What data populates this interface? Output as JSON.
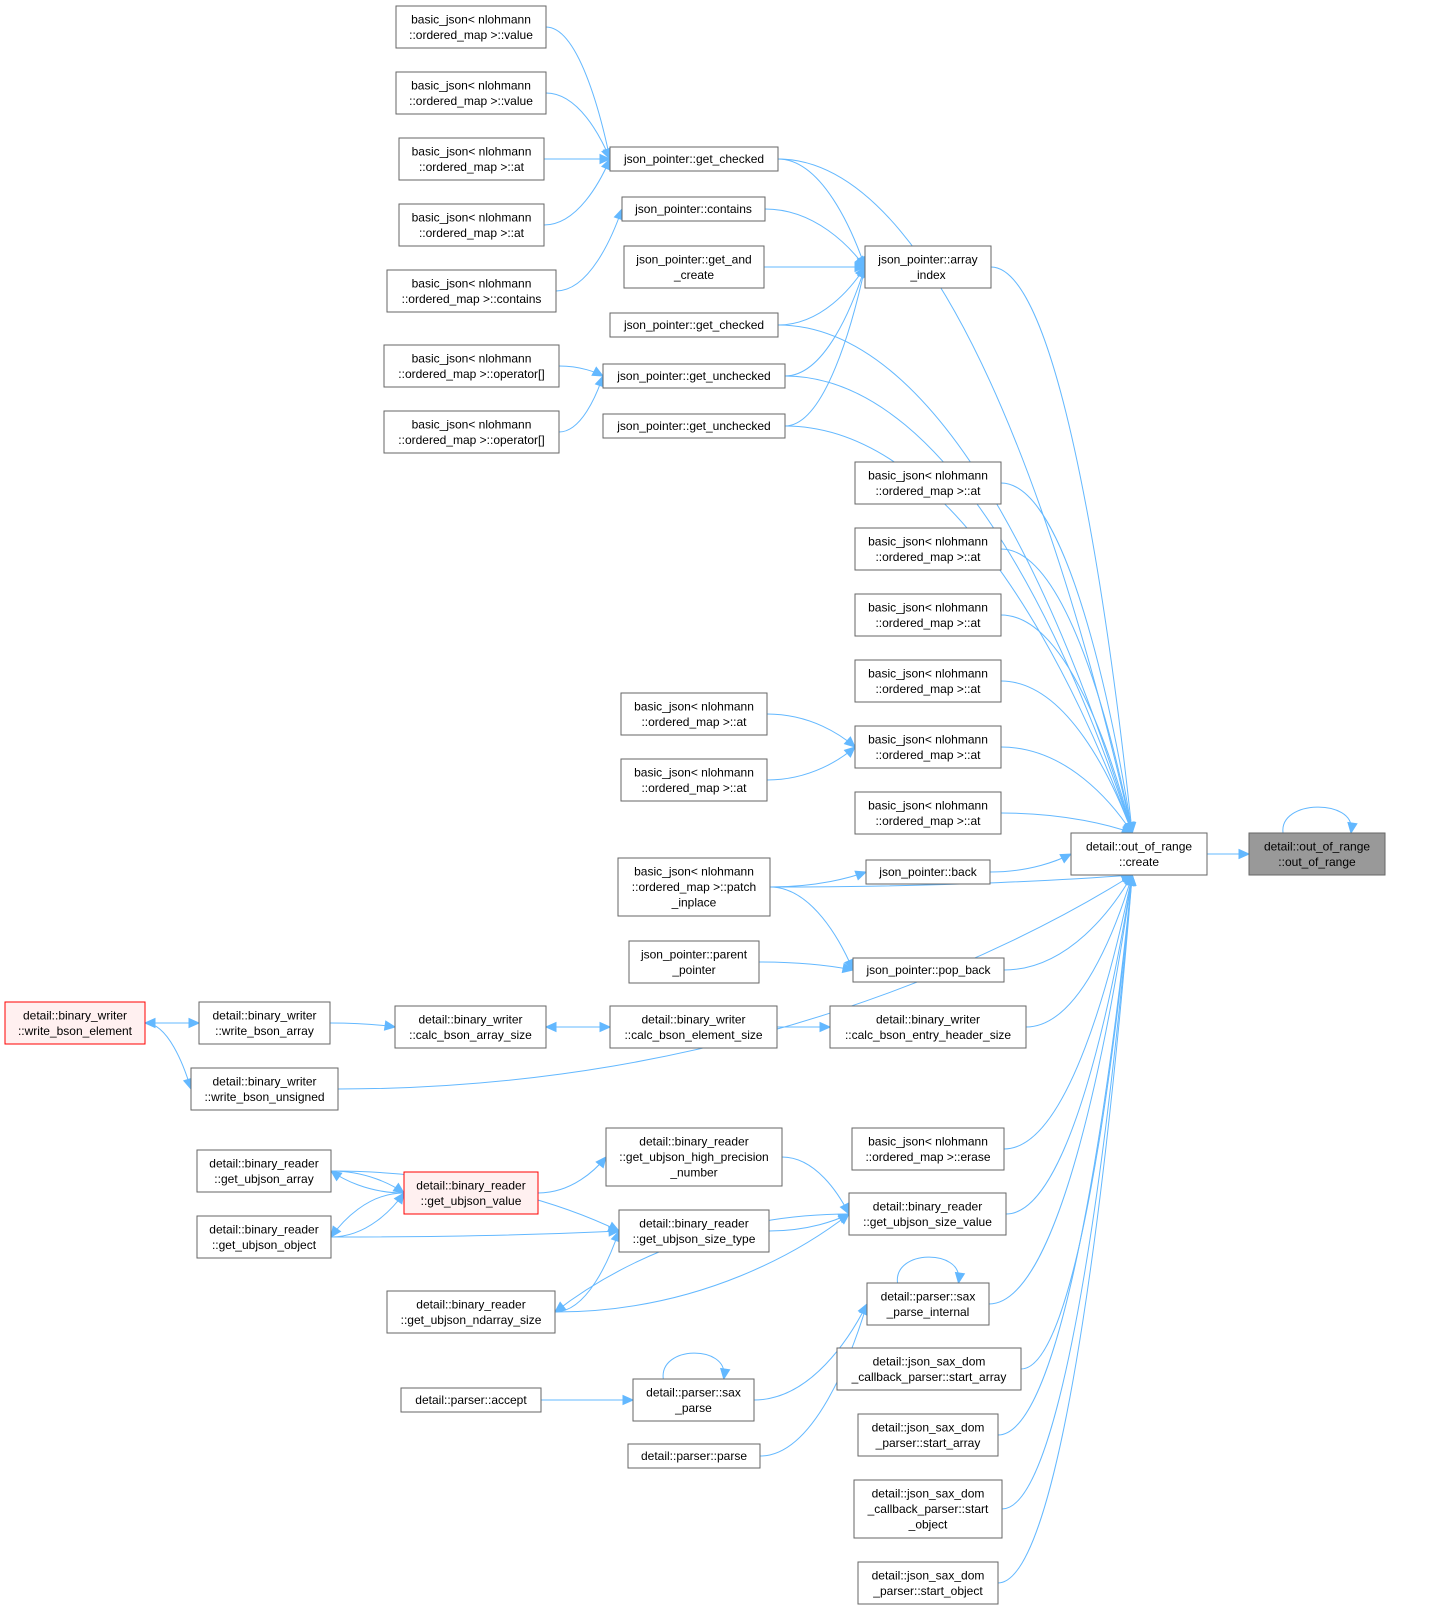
{
  "nodes": {
    "root": {
      "lines": [
        "detail::out_of_range",
        "::out_of_range"
      ],
      "style": "focus"
    },
    "create": {
      "lines": [
        "detail::out_of_range",
        "::create"
      ]
    },
    "bj_value1": {
      "lines": [
        "basic_json< nlohmann",
        "::ordered_map >::value"
      ]
    },
    "bj_value2": {
      "lines": [
        "basic_json< nlohmann",
        "::ordered_map >::value"
      ]
    },
    "bj_at_a": {
      "lines": [
        "basic_json< nlohmann",
        "::ordered_map >::at"
      ]
    },
    "bj_at_b": {
      "lines": [
        "basic_json< nlohmann",
        "::ordered_map >::at"
      ]
    },
    "bj_contains": {
      "lines": [
        "basic_json< nlohmann",
        "::ordered_map >::contains"
      ]
    },
    "bj_op1": {
      "lines": [
        "basic_json< nlohmann",
        "::ordered_map >::operator[]"
      ]
    },
    "bj_op2": {
      "lines": [
        "basic_json< nlohmann",
        "::ordered_map >::operator[]"
      ]
    },
    "jp_get_checked1": {
      "lines": [
        "json_pointer::get_checked"
      ]
    },
    "jp_contains": {
      "lines": [
        "json_pointer::contains"
      ]
    },
    "jp_get_and_create": {
      "lines": [
        "json_pointer::get_and",
        "_create"
      ]
    },
    "jp_get_checked2": {
      "lines": [
        "json_pointer::get_checked"
      ]
    },
    "jp_get_unchecked1": {
      "lines": [
        "json_pointer::get_unchecked"
      ]
    },
    "jp_get_unchecked2": {
      "lines": [
        "json_pointer::get_unchecked"
      ]
    },
    "jp_array_index": {
      "lines": [
        "json_pointer::array",
        "_index"
      ]
    },
    "bj_at1": {
      "lines": [
        "basic_json< nlohmann",
        "::ordered_map >::at"
      ]
    },
    "bj_at2": {
      "lines": [
        "basic_json< nlohmann",
        "::ordered_map >::at"
      ]
    },
    "bj_at3": {
      "lines": [
        "basic_json< nlohmann",
        "::ordered_map >::at"
      ]
    },
    "bj_at4": {
      "lines": [
        "basic_json< nlohmann",
        "::ordered_map >::at"
      ]
    },
    "bj_at5": {
      "lines": [
        "basic_json< nlohmann",
        "::ordered_map >::at"
      ]
    },
    "bj_at6": {
      "lines": [
        "basic_json< nlohmann",
        "::ordered_map >::at"
      ]
    },
    "bj_at_c": {
      "lines": [
        "basic_json< nlohmann",
        "::ordered_map >::at"
      ]
    },
    "bj_at_d": {
      "lines": [
        "basic_json< nlohmann",
        "::ordered_map >::at"
      ]
    },
    "jp_back": {
      "lines": [
        "json_pointer::back"
      ]
    },
    "bj_patch": {
      "lines": [
        "basic_json< nlohmann",
        "::ordered_map >::patch",
        "_inplace"
      ]
    },
    "jp_parent": {
      "lines": [
        "json_pointer::parent",
        "_pointer"
      ]
    },
    "jp_pop_back": {
      "lines": [
        "json_pointer::pop_back"
      ]
    },
    "bw_write_bson_element": {
      "lines": [
        "detail::binary_writer",
        "::write_bson_element"
      ],
      "style": "red"
    },
    "bw_write_bson_array": {
      "lines": [
        "detail::binary_writer",
        "::write_bson_array"
      ]
    },
    "bw_calc_bson_array_size": {
      "lines": [
        "detail::binary_writer",
        "::calc_bson_array_size"
      ]
    },
    "bw_calc_bson_element_size": {
      "lines": [
        "detail::binary_writer",
        "::calc_bson_element_size"
      ]
    },
    "bw_calc_bson_entry_header_size": {
      "lines": [
        "detail::binary_writer",
        "::calc_bson_entry_header_size"
      ]
    },
    "bw_write_bson_unsigned": {
      "lines": [
        "detail::binary_writer",
        "::write_bson_unsigned"
      ]
    },
    "br_get_ubjson_high_precision": {
      "lines": [
        "detail::binary_reader",
        "::get_ubjson_high_precision",
        "_number"
      ]
    },
    "bj_erase": {
      "lines": [
        "basic_json< nlohmann",
        "::ordered_map >::erase"
      ]
    },
    "br_get_ubjson_array": {
      "lines": [
        "detail::binary_reader",
        "::get_ubjson_array"
      ]
    },
    "br_get_ubjson_value": {
      "lines": [
        "detail::binary_reader",
        "::get_ubjson_value"
      ],
      "style": "red"
    },
    "br_get_ubjson_object": {
      "lines": [
        "detail::binary_reader",
        "::get_ubjson_object"
      ]
    },
    "br_get_ubjson_size_type": {
      "lines": [
        "detail::binary_reader",
        "::get_ubjson_size_type"
      ]
    },
    "br_get_ubjson_size_value": {
      "lines": [
        "detail::binary_reader",
        "::get_ubjson_size_value"
      ]
    },
    "br_get_ubjson_ndarray_size": {
      "lines": [
        "detail::binary_reader",
        "::get_ubjson_ndarray_size"
      ]
    },
    "p_sax_parse_internal": {
      "lines": [
        "detail::parser::sax",
        "_parse_internal"
      ]
    },
    "jsdcp_start_array": {
      "lines": [
        "detail::json_sax_dom",
        "_callback_parser::start_array"
      ]
    },
    "p_accept": {
      "lines": [
        "detail::parser::accept"
      ]
    },
    "p_sax_parse": {
      "lines": [
        "detail::parser::sax",
        "_parse"
      ]
    },
    "jsdp_start_array": {
      "lines": [
        "detail::json_sax_dom",
        "_parser::start_array"
      ]
    },
    "p_parse": {
      "lines": [
        "detail::parser::parse"
      ]
    },
    "jsdcp_start_object": {
      "lines": [
        "detail::json_sax_dom",
        "_callback_parser::start",
        "_object"
      ]
    },
    "jsdp_start_object": {
      "lines": [
        "detail::json_sax_dom",
        "_parser::start_object"
      ]
    }
  },
  "edges": [
    [
      "root",
      "root"
    ],
    [
      "create",
      "root"
    ],
    [
      "jp_get_checked1",
      "create"
    ],
    [
      "jp_array_index",
      "create"
    ],
    [
      "jp_get_checked2",
      "create"
    ],
    [
      "jp_get_unchecked1",
      "create"
    ],
    [
      "jp_get_unchecked2",
      "create"
    ],
    [
      "bj_at1",
      "create"
    ],
    [
      "bj_at2",
      "create"
    ],
    [
      "bj_at3",
      "create"
    ],
    [
      "bj_at4",
      "create"
    ],
    [
      "bj_at5",
      "create"
    ],
    [
      "bj_at6",
      "create"
    ],
    [
      "jp_back",
      "create"
    ],
    [
      "bj_patch",
      "create"
    ],
    [
      "jp_pop_back",
      "create"
    ],
    [
      "bw_calc_bson_entry_header_size",
      "create"
    ],
    [
      "bw_write_bson_unsigned",
      "create"
    ],
    [
      "bj_erase",
      "create"
    ],
    [
      "br_get_ubjson_size_value",
      "create"
    ],
    [
      "p_sax_parse_internal",
      "create"
    ],
    [
      "jsdcp_start_array",
      "create"
    ],
    [
      "jsdp_start_array",
      "create"
    ],
    [
      "jsdcp_start_object",
      "create"
    ],
    [
      "jsdp_start_object",
      "create"
    ],
    [
      "bj_value1",
      "jp_get_checked1"
    ],
    [
      "bj_value2",
      "jp_get_checked1"
    ],
    [
      "bj_at_a",
      "jp_get_checked1"
    ],
    [
      "bj_at_b",
      "jp_get_checked1"
    ],
    [
      "bj_contains",
      "jp_contains"
    ],
    [
      "jp_get_checked1",
      "jp_array_index"
    ],
    [
      "jp_contains",
      "jp_array_index"
    ],
    [
      "jp_get_and_create",
      "jp_array_index"
    ],
    [
      "jp_get_checked2",
      "jp_array_index"
    ],
    [
      "jp_get_unchecked1",
      "jp_array_index"
    ],
    [
      "jp_get_unchecked2",
      "jp_array_index"
    ],
    [
      "bj_op1",
      "jp_get_unchecked1"
    ],
    [
      "bj_op2",
      "jp_get_unchecked1"
    ],
    [
      "bj_at_c",
      "bj_at5"
    ],
    [
      "bj_at_d",
      "bj_at5"
    ],
    [
      "bj_patch",
      "jp_back"
    ],
    [
      "bj_patch",
      "jp_pop_back"
    ],
    [
      "jp_parent",
      "jp_pop_back"
    ],
    [
      "bw_calc_bson_element_size",
      "bw_calc_bson_entry_header_size"
    ],
    [
      "bw_calc_bson_element_size",
      "bw_calc_bson_array_size"
    ],
    [
      "bw_calc_bson_array_size",
      "bw_calc_bson_element_size"
    ],
    [
      "bw_write_bson_array",
      "bw_calc_bson_array_size"
    ],
    [
      "bw_write_bson_element",
      "bw_write_bson_array"
    ],
    [
      "bw_write_bson_array",
      "bw_write_bson_element"
    ],
    [
      "bw_write_bson_element",
      "bw_write_bson_unsigned"
    ],
    [
      "br_get_ubjson_high_precision",
      "br_get_ubjson_size_value"
    ],
    [
      "br_get_ubjson_size_type",
      "br_get_ubjson_size_value"
    ],
    [
      "br_get_ubjson_ndarray_size",
      "br_get_ubjson_size_value"
    ],
    [
      "br_get_ubjson_size_value",
      "br_get_ubjson_ndarray_size"
    ],
    [
      "br_get_ubjson_value",
      "br_get_ubjson_high_precision"
    ],
    [
      "br_get_ubjson_value",
      "br_get_ubjson_array"
    ],
    [
      "br_get_ubjson_array",
      "br_get_ubjson_value"
    ],
    [
      "br_get_ubjson_value",
      "br_get_ubjson_object"
    ],
    [
      "br_get_ubjson_object",
      "br_get_ubjson_value"
    ],
    [
      "br_get_ubjson_array",
      "br_get_ubjson_size_type"
    ],
    [
      "br_get_ubjson_object",
      "br_get_ubjson_size_type"
    ],
    [
      "br_get_ubjson_ndarray_size",
      "br_get_ubjson_size_type"
    ],
    [
      "p_sax_parse_internal",
      "p_sax_parse_internal"
    ],
    [
      "p_sax_parse",
      "p_sax_parse_internal"
    ],
    [
      "p_parse",
      "p_sax_parse_internal"
    ],
    [
      "p_sax_parse",
      "p_sax_parse"
    ],
    [
      "p_accept",
      "p_sax_parse"
    ]
  ]
}
